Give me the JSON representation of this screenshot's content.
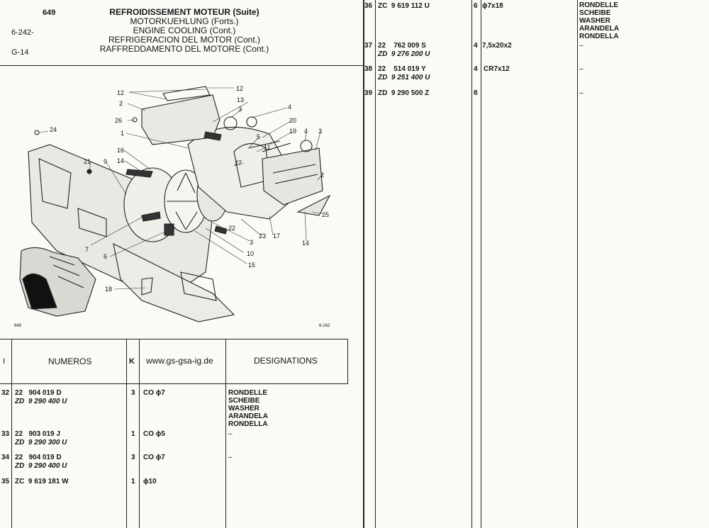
{
  "header": {
    "page_number": "649",
    "ref_a": "6-242-",
    "ref_b": "G-14",
    "titles": [
      "REFROIDISSEMENT MOTEUR (Suite)",
      "MOTORKUEHLUNG (Forts.)",
      "ENGINE COOLING (Cont.)",
      "REFRIGERACION DEL MOTOR (Cont.)",
      "RAFFREDDAMENTO DEL MOTORE (Cont.)"
    ]
  },
  "diagram": {
    "callouts": [
      "12",
      "12",
      "2",
      "13",
      "3",
      "4",
      "26",
      "20",
      "1",
      "5",
      "19",
      "4",
      "3",
      "24",
      "11",
      "16",
      "27",
      "14",
      "21",
      "9",
      "2",
      "25",
      "7",
      "22",
      "6",
      "23",
      "17",
      "14",
      "3",
      "10",
      "15",
      "18"
    ],
    "footer_left": "649",
    "footer_right": "6-242"
  },
  "columns": {
    "col1": "I",
    "col2": "NUMEROS",
    "col3": "K",
    "col4": "www.gs-gsa-ig.de",
    "col5": "DESIGNATIONS"
  },
  "left_rows": [
    {
      "idx": "32",
      "line1": "22   904 019 D",
      "line2": "ZD  9 290 400 U",
      "qty": "3",
      "spec": "CO ϕ7",
      "desig": [
        "RONDELLE",
        "SCHEIBE",
        "WASHER",
        "ARANDELA",
        "RONDELLA"
      ]
    },
    {
      "idx": "33",
      "line1": "22   903 019 J",
      "line2": "ZD  9 290 300 U",
      "qty": "1",
      "spec": "CO ϕ5",
      "desig": [
        "–"
      ]
    },
    {
      "idx": "34",
      "line1": "22   904 019 D",
      "line2": "ZD  9 290 400 U",
      "qty": "3",
      "spec": "CO ϕ7",
      "desig": [
        "–"
      ]
    },
    {
      "idx": "35",
      "line1": "ZC  9 619 181 W",
      "line2": "",
      "qty": "1",
      "spec": "ϕ10",
      "desig": []
    }
  ],
  "right_rows": [
    {
      "idx": "36",
      "line1": "ZC  9 619 112 U",
      "line2": "",
      "qty": "6",
      "spec": "ϕ7x18",
      "desig": [
        "RONDELLE",
        "SCHEIBE",
        "WASHER",
        "ARANDELA",
        "RONDELLA"
      ]
    },
    {
      "idx": "37",
      "line1": "22    762 009 S",
      "line2": "ZD  9 276 200 U",
      "qty": "4",
      "spec": "7,5x20x2",
      "desig": [
        "–"
      ]
    },
    {
      "idx": "38",
      "line1": "22    514 019 Y",
      "line2": "ZD  9 251 400 U",
      "qty": "4",
      "spec": "CR7x12",
      "desig": [
        "–"
      ]
    },
    {
      "idx": "39",
      "line1": "ZD  9 290 500 Z",
      "line2": "",
      "qty": "8",
      "spec": "",
      "desig": [
        "–"
      ]
    }
  ]
}
